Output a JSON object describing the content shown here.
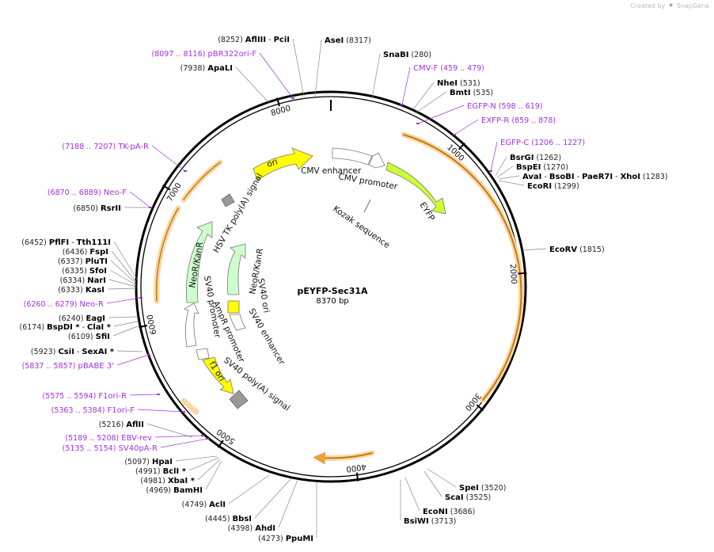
{
  "watermark": {
    "prefix": "Created by",
    "brand": "SnapGene"
  },
  "plasmid": {
    "name": "pEYFP-Sec31A",
    "size": "8370 bp",
    "length": 8370
  },
  "ticks": [
    "1000",
    "2000",
    "3000",
    "4000",
    "5000",
    "6000",
    "7000",
    "8000"
  ],
  "enzymes": [
    {
      "name": "AflIII",
      "sep": " - ",
      "name2": "PciI",
      "coord": "(8252)"
    },
    {
      "name": "AseI",
      "coord": "(8317)"
    },
    {
      "name": "SnaBI",
      "coord": "(280)"
    },
    {
      "name": "ApaLI",
      "coord": "(7938)"
    },
    {
      "name": "NheI",
      "coord": "(531)"
    },
    {
      "name": "BmtI",
      "coord": "(535)"
    },
    {
      "name": "BsrGI",
      "coord": "(1262)"
    },
    {
      "name": "BspEI",
      "coord": "(1270)"
    },
    {
      "name": "AvaI",
      "sep": " - ",
      "name2": "BsoBI",
      "sep2": " - ",
      "name3": "PaeR7I",
      "sep3": " - ",
      "name4": "XhoI",
      "coord": "(1283)"
    },
    {
      "name": "EcoRI",
      "coord": "(1299)"
    },
    {
      "name": "EcoRV",
      "coord": "(1815)"
    },
    {
      "name": "RsrII",
      "coord": "(6850)"
    },
    {
      "name": "PflFI",
      "sep": " - ",
      "name2": "Tth111I",
      "coord": "(6452)"
    },
    {
      "name": "FspI",
      "coord": "(6436)"
    },
    {
      "name": "PluTI",
      "coord": "(6337)"
    },
    {
      "name": "SfoI",
      "coord": "(6335)"
    },
    {
      "name": "NarI",
      "coord": "(6334)"
    },
    {
      "name": "KasI",
      "coord": "(6333)"
    },
    {
      "name": "EagI",
      "coord": "(6240)"
    },
    {
      "name": "BspDI *",
      "sep": " - ",
      "name2": "ClaI *",
      "coord": "(6174)"
    },
    {
      "name": "SfiI",
      "coord": "(6109)"
    },
    {
      "name": "CsiI",
      "sep": " - ",
      "name2": "SexAI *",
      "coord": "(5923)"
    },
    {
      "name": "AflII",
      "coord": "(5216)"
    },
    {
      "name": "HpaI",
      "coord": "(5097)"
    },
    {
      "name": "BclI *",
      "coord": "(4991)"
    },
    {
      "name": "XbaI *",
      "coord": "(4981)"
    },
    {
      "name": "BamHI",
      "coord": "(4969)"
    },
    {
      "name": "AclI",
      "coord": "(4749)"
    },
    {
      "name": "BbsI",
      "coord": "(4445)"
    },
    {
      "name": "AhdI",
      "coord": "(4398)"
    },
    {
      "name": "PpuMI",
      "coord": "(4273)"
    },
    {
      "name": "SpeI",
      "coord": "(3520)"
    },
    {
      "name": "ScaI",
      "coord": "(3525)"
    },
    {
      "name": "EcoNI",
      "coord": "(3686)"
    },
    {
      "name": "BsiWI",
      "coord": "(3713)"
    }
  ],
  "primers": [
    {
      "name": "pBR322ori-F",
      "coord": "(8097 .. 8116)"
    },
    {
      "name": "CMV-F",
      "coord": "(459 .. 479)"
    },
    {
      "name": "EGFP-N",
      "coord": "(598 .. 619)"
    },
    {
      "name": "EXFP-R",
      "coord": "(859 .. 878)"
    },
    {
      "name": "EGFP-C",
      "coord": "(1206 .. 1227)"
    },
    {
      "name": "TK-pA-R",
      "coord": "(7188 .. 7207)"
    },
    {
      "name": "Neo-F",
      "coord": "(6870 .. 6889)"
    },
    {
      "name": "Neo-R",
      "coord": "(6260 .. 6279)"
    },
    {
      "name": "pBABE 3'",
      "coord": "(5837 .. 5857)"
    },
    {
      "name": "F1ori-R",
      "coord": "(5575 .. 5594)"
    },
    {
      "name": "F1ori-F",
      "coord": "(5363 .. 5384)"
    },
    {
      "name": "EBV-rev",
      "coord": "(5189 .. 5208)"
    },
    {
      "name": "SV40pA-R",
      "coord": "(5135 .. 5154)"
    }
  ],
  "features": [
    {
      "name": "ori",
      "color": "#ffff00"
    },
    {
      "name": "CMV enhancer",
      "color": "#ffffff"
    },
    {
      "name": "CMV promoter",
      "color": "#ffffff"
    },
    {
      "name": "Kozak sequence",
      "color": "#ffffff"
    },
    {
      "name": "EYFP",
      "color": "#ccff33"
    },
    {
      "name": "HSV TK poly(A) signal",
      "color": "#999999"
    },
    {
      "name": "NeoR/KanR",
      "color": "#ccffcc"
    },
    {
      "name": "NeoR/KanR",
      "color": "#ccffcc"
    },
    {
      "name": "SV40 ori",
      "color": "#ffff00"
    },
    {
      "name": "SV40 enhancer",
      "color": "#ffffff"
    },
    {
      "name": "SV40 promoter",
      "color": "#ffffff"
    },
    {
      "name": "AmpR promoter",
      "color": "#ffffff"
    },
    {
      "name": "f1 ori",
      "color": "#ffff00"
    },
    {
      "name": "SV40 poly(A) signal",
      "color": "#999999"
    }
  ]
}
